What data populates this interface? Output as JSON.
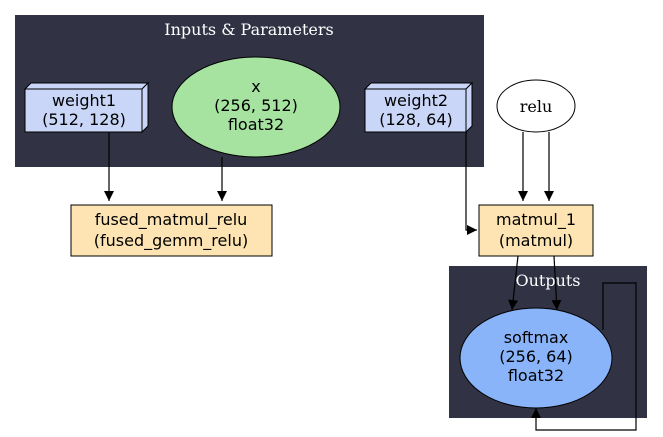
{
  "clusters": {
    "inputs": {
      "title": "Inputs & Parameters"
    },
    "outputs": {
      "title": "Outputs"
    }
  },
  "nodes": {
    "weight1": {
      "line1": "weight1",
      "line2": "(512, 128)"
    },
    "x": {
      "line1": "x",
      "line2": "(256, 512)",
      "line3": "float32"
    },
    "weight2": {
      "line1": "weight2",
      "line2": "(128, 64)"
    },
    "relu": {
      "label": "relu"
    },
    "fused": {
      "line1": "fused_matmul_relu",
      "line2": "(fused_gemm_relu)"
    },
    "matmul": {
      "line1": "matmul_1",
      "line2": "(matmul)"
    },
    "softmax": {
      "line1": "softmax",
      "line2": "(256, 64)",
      "line3": "float32"
    }
  },
  "colors": {
    "cluster_bg": "#313244",
    "param_fill": "#c9d6f7",
    "input_fill": "#a6e3a1",
    "op_fill": "#fde4b2",
    "output_fill": "#89b4fa"
  }
}
